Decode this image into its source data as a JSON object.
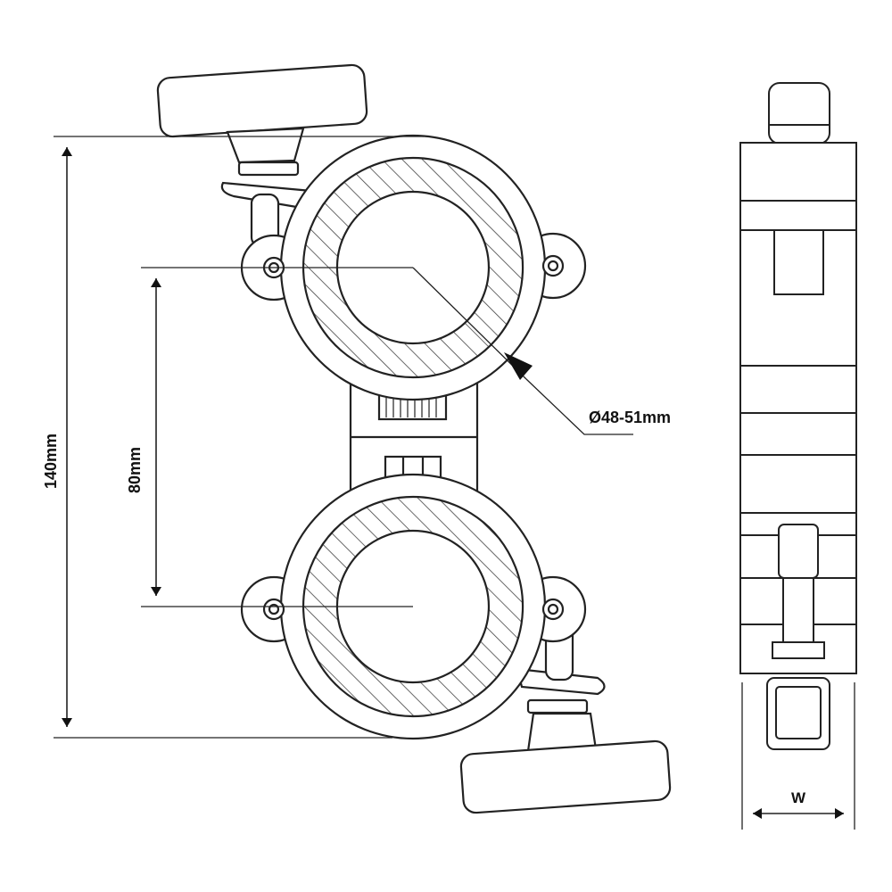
{
  "dimensions": {
    "total_height": "140mm",
    "center_distance": "80mm",
    "tube_diameter": "Ø48-51mm",
    "width": "W"
  },
  "colors": {
    "line": "#222222",
    "hatch": "#444444",
    "background": "#ffffff"
  }
}
